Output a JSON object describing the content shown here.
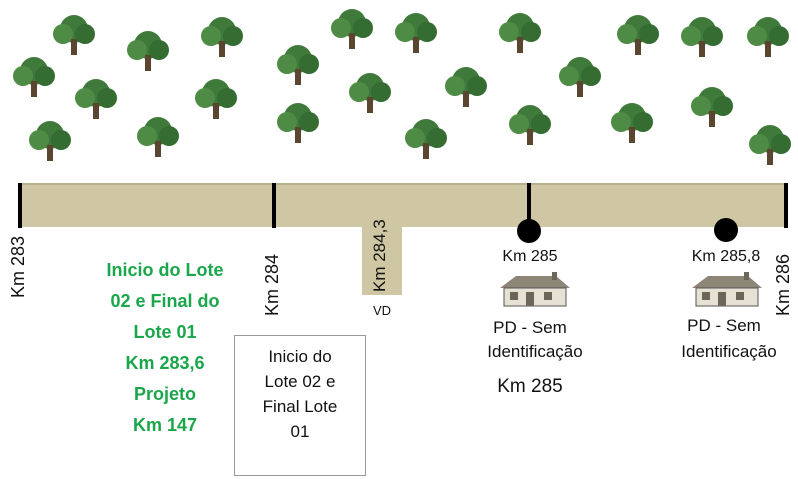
{
  "road": {
    "markers": {
      "km283": "Km 283",
      "km284": "Km 284",
      "km286": "Km 286"
    },
    "viaduct": {
      "label": "Km 284,3",
      "sub_label": "VD"
    }
  },
  "pins": [
    {
      "km_label": "Km 285",
      "desc_line1": "PD - Sem",
      "desc_line2": "Identificação",
      "extra": "Km 285"
    },
    {
      "km_label": "Km 285,8",
      "desc_line1": "PD - Sem",
      "desc_line2": "Identificação"
    }
  ],
  "green_note": {
    "lines": [
      "Inicio do Lote",
      "02 e Final do",
      "Lote 01",
      "Km 283,6",
      "Projeto",
      "Km 147"
    ],
    "color": "#1aa64a"
  },
  "note_box": {
    "lines": [
      "Inicio do",
      "Lote 02 e",
      "Final Lote",
      "01"
    ]
  },
  "colors": {
    "road": "#cfc7a3",
    "tree_foliage": "#3f7a3a",
    "tree_trunk": "#5a4630"
  },
  "icons": {
    "tree": "tree-icon",
    "house": "house-icon"
  }
}
